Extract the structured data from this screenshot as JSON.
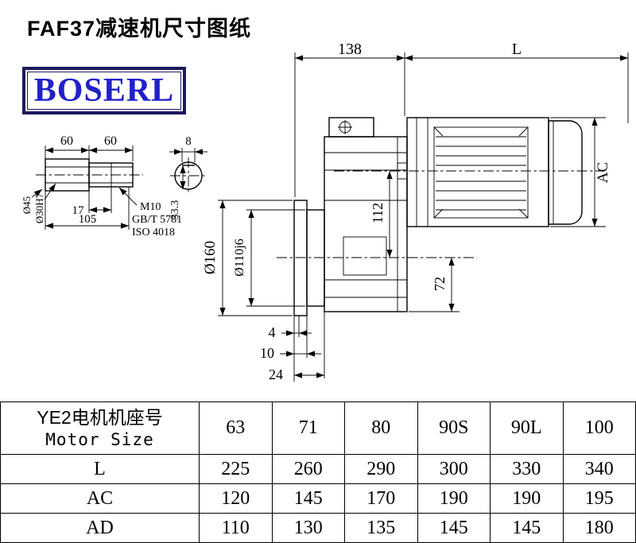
{
  "title": "FAF37减速机尺寸图纸",
  "logo": {
    "text": "BOSERL"
  },
  "colors": {
    "logo_text": "#2121c8",
    "logo_border": "#1b1b5e",
    "drawing_line": "#000000"
  },
  "drawing": {
    "overall": {
      "d138": "138",
      "dL": "L",
      "dAC": "AC"
    },
    "center": {
      "d112": "112",
      "d72": "72"
    },
    "flange": {
      "d160": "Ø160",
      "d110": "Ø110j6"
    },
    "bottom": {
      "d4": "4",
      "d10": "10",
      "d24": "24"
    },
    "shaft": {
      "d60a": "60",
      "d60b": "60",
      "d8": "8",
      "d45": "Ø45",
      "d30": "Ø30H7",
      "d17": "17",
      "d105": "105",
      "m10": "M10",
      "gbt": "GB/T 5781",
      "iso": "ISO 4018",
      "d333": "33.3"
    }
  },
  "table": {
    "header": {
      "label_cn": "YE2电机机座号",
      "label_en": "Motor Size",
      "sizes": [
        "63",
        "71",
        "80",
        "90S",
        "90L",
        "100"
      ]
    },
    "rows": [
      {
        "label": "L",
        "values": [
          "225",
          "260",
          "290",
          "300",
          "330",
          "340"
        ]
      },
      {
        "label": "AC",
        "values": [
          "120",
          "145",
          "170",
          "190",
          "190",
          "195"
        ]
      },
      {
        "label": "AD",
        "values": [
          "110",
          "130",
          "135",
          "145",
          "145",
          "180"
        ]
      }
    ]
  }
}
